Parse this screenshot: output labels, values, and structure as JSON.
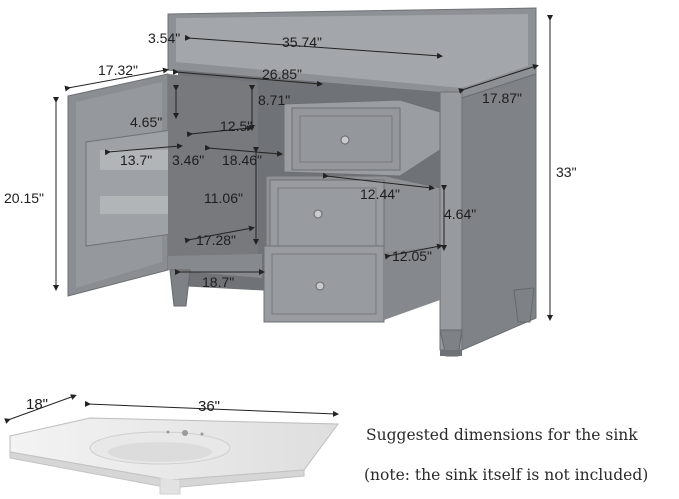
{
  "cabinet": {
    "dimensions": {
      "top_depth": "3.54\"",
      "top_width": "35.74\"",
      "door_width": "17.32\"",
      "inner_opening": "26.85\"",
      "rail_height": "8.71\"",
      "side_depth": "17.87\"",
      "height": "33\"",
      "door_height": "20.15\"",
      "shelf_top": "4.65\"",
      "shelf_gap": "12.5\"",
      "shelf_width": "13.7\"",
      "shelf_depth": "3.46\"",
      "interior_depth": "18.46\"",
      "interior_height": "11.06\"",
      "drawer_depth": "12.44\"",
      "drawer_height": "4.64\"",
      "bottom_depth": "17.28\"",
      "drawer_bottom_depth": "12.05\"",
      "floor_width": "18.7\""
    },
    "color": "#8c8f93"
  },
  "sink": {
    "depth": "18\"",
    "width": "36\""
  },
  "captions": {
    "line1": "Suggested dimensions for the sink",
    "line2": "(note: the sink itself is not included)"
  }
}
